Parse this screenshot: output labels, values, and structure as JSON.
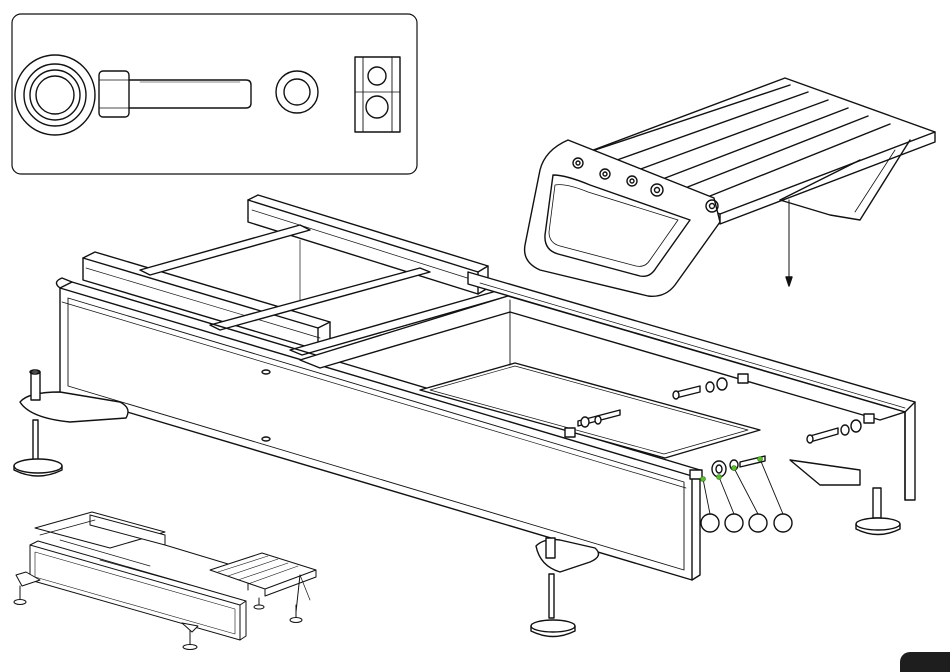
{
  "figure": {
    "style": "black-line isometric assembly illustration",
    "colors": {
      "line": "#111111",
      "fill": "#ffffff",
      "panel_shade": "#e9e9e9",
      "hardware_mark": "#5dbb2f",
      "page_tab": "#1e1e1e"
    }
  },
  "inset": {
    "hardware_parts": [
      "washer-icon",
      "socket-cap-screw-icon",
      "spacer-ring-icon",
      "t-slot-nut-icon"
    ]
  },
  "callouts": {
    "count": 4,
    "labels": [
      "",
      "",
      "",
      ""
    ]
  },
  "assembly": {
    "main_frame": "aluminium-extrusion-base-frame",
    "foot_plate": "slatted-foot-plate-assembly",
    "levelling_feet": 4,
    "overview_thumbnail": true
  },
  "page_tab": {
    "label": ""
  }
}
